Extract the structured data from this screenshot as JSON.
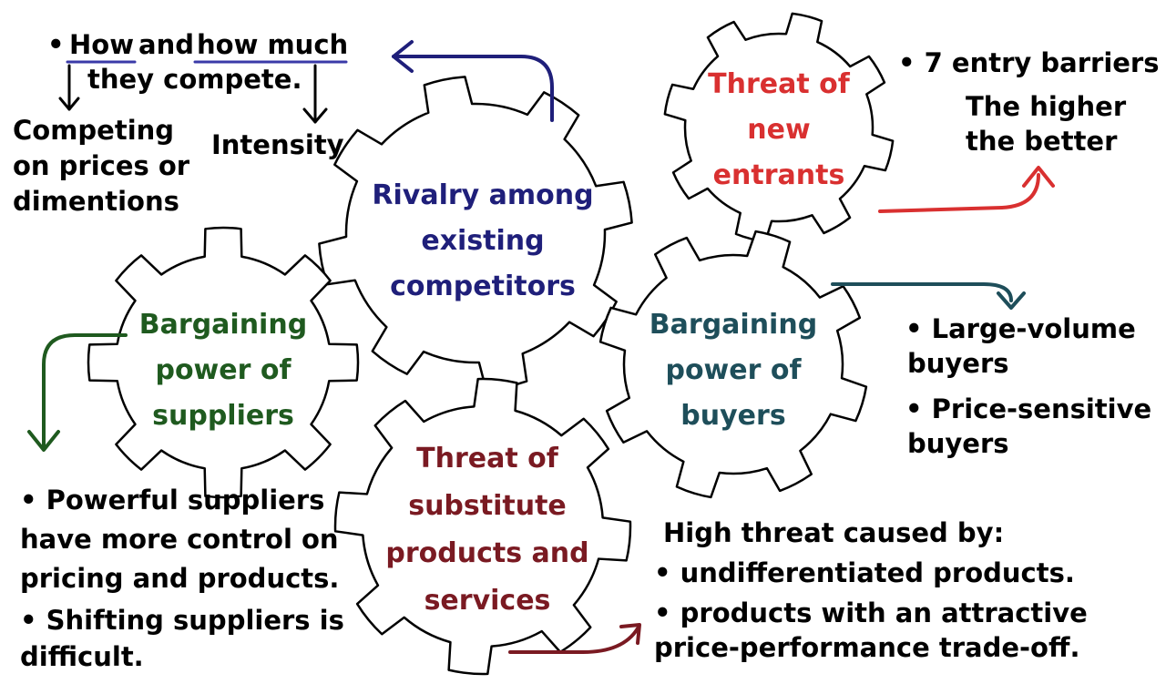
{
  "colors": {
    "rivalry": "#1f1f7a",
    "new_entrants": "#d93030",
    "suppliers": "#1f5a1f",
    "buyers": "#1e4e5a",
    "substitutes": "#7a1a22",
    "underline": "#3a3aa8"
  },
  "gears": {
    "rivalry": {
      "lines": [
        "Rivalry among",
        "existing",
        "competitors"
      ]
    },
    "new_entrants": {
      "lines": [
        "Threat of",
        "new",
        "entrants"
      ]
    },
    "suppliers": {
      "lines": [
        "Bargaining",
        "power of",
        "suppliers"
      ]
    },
    "buyers": {
      "lines": [
        "Bargaining",
        "power of",
        "buyers"
      ]
    },
    "substitutes": {
      "lines": [
        "Threat of",
        "substitute",
        "products and",
        "services"
      ]
    }
  },
  "notes": {
    "rivalry": {
      "bullet": "•",
      "how": "How",
      "and": "and",
      "how_much": "how much",
      "they_compete": "they compete.",
      "competing": [
        "Competing",
        "on prices or",
        "dimentions"
      ],
      "intensity": "Intensity"
    },
    "new_entrants": {
      "barriers": "• 7 entry barriers",
      "higher": [
        "The higher",
        "the better"
      ]
    },
    "buyers": {
      "items": [
        "• Large-volume",
        "buyers",
        "• Price-sensitive",
        "buyers"
      ]
    },
    "suppliers": {
      "items": [
        "• Powerful suppliers",
        "have more control on",
        "pricing and products.",
        "• Shifting suppliers is",
        "difficult."
      ]
    },
    "substitutes": {
      "heading": "High threat caused by:",
      "items": [
        "• undifferentiated products.",
        "• products with an attractive",
        "price-performance trade-off."
      ]
    }
  }
}
